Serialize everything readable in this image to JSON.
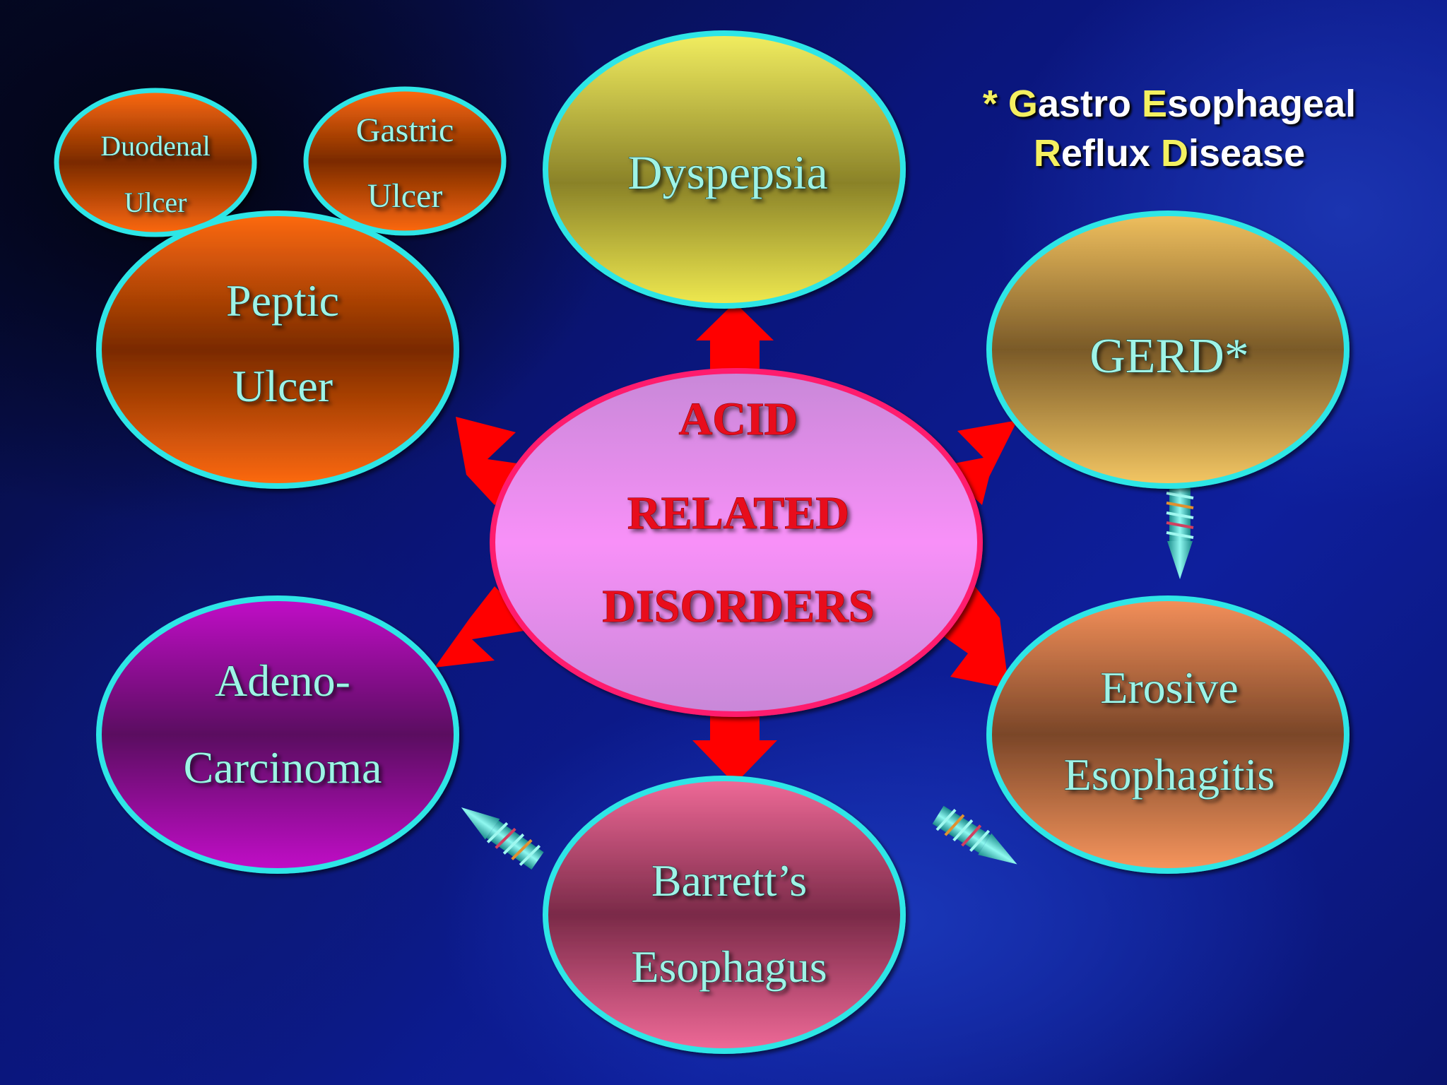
{
  "center": {
    "lines": [
      "ACID",
      "RELATED",
      "DISORDERS"
    ]
  },
  "nodes": {
    "dyspepsia": {
      "lines": [
        "Dyspepsia"
      ]
    },
    "peptic_ulcer": {
      "lines": [
        "Peptic",
        "Ulcer"
      ]
    },
    "duodenal_ulcer": {
      "lines": [
        "Duodenal",
        "Ulcer"
      ]
    },
    "gastric_ulcer": {
      "lines": [
        "Gastric",
        "Ulcer"
      ]
    },
    "gerd": {
      "lines": [
        "GERD*"
      ]
    },
    "erosive_esophagitis": {
      "lines": [
        "Erosive",
        "Esophagitis"
      ]
    },
    "barretts_esophagus": {
      "lines": [
        "Barrett’s",
        "Esophagus"
      ]
    },
    "adenocarcinoma": {
      "lines": [
        "Adeno-",
        "Carcinoma"
      ]
    }
  },
  "footnote": {
    "asterisk": "* ",
    "line1": [
      {
        "letter": "G",
        "rest": "astro "
      },
      {
        "letter": "E",
        "rest": "sophageal"
      }
    ],
    "line2": [
      {
        "letter": "R",
        "rest": "eflux "
      },
      {
        "letter": "D",
        "rest": "isease"
      }
    ]
  },
  "colors": {
    "node_border": "#2ee6e6",
    "center_border": "#ff1f6e",
    "arrow": "#ff0000",
    "label_text": "#9ff3e6",
    "center_text": "#e8101a",
    "highlight_letter": "#f4f060"
  }
}
